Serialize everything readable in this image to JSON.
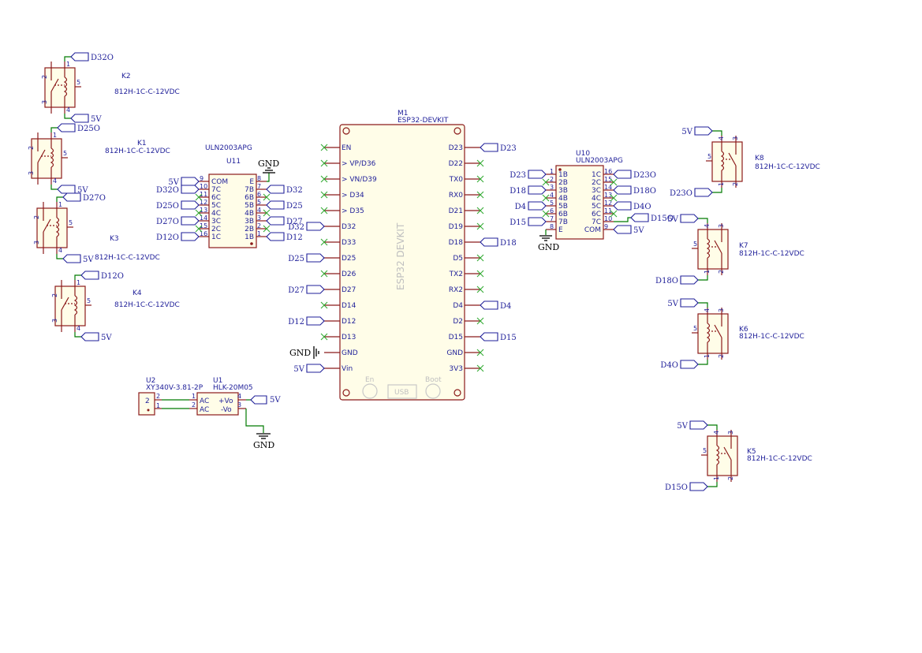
{
  "esp32": {
    "ref": "M1",
    "value": "ESP32-DEVKIT",
    "watermark": "ESP32 DEVKIT",
    "left_pins": [
      "EN",
      "> VP/D36",
      "> VN/D39",
      "> D34",
      "> D35",
      "D32",
      "D33",
      "D25",
      "D26",
      "D27",
      "D14",
      "D12",
      "D13",
      "GND",
      "Vin"
    ],
    "right_pins": [
      "D23",
      "D22",
      "TX0",
      "RX0",
      "D21",
      "D19",
      "D18",
      "D5",
      "TX2",
      "RX2",
      "D4",
      "D2",
      "D15",
      "GND",
      "3V3"
    ],
    "buttons": [
      "En",
      "USB",
      "Boot"
    ]
  },
  "u11": {
    "ref": "U11",
    "value": "ULN2003APG",
    "left_pins": [
      {
        "num": "9",
        "name": "COM"
      },
      {
        "num": "10",
        "name": "7C"
      },
      {
        "num": "11",
        "name": "6C"
      },
      {
        "num": "12",
        "name": "5C"
      },
      {
        "num": "13",
        "name": "4C"
      },
      {
        "num": "14",
        "name": "3C"
      },
      {
        "num": "15",
        "name": "2C"
      },
      {
        "num": "16",
        "name": "1C"
      }
    ],
    "right_pins": [
      {
        "num": "8",
        "name": "E"
      },
      {
        "num": "7",
        "name": "7B"
      },
      {
        "num": "6",
        "name": "6B"
      },
      {
        "num": "5",
        "name": "5B"
      },
      {
        "num": "4",
        "name": "4B"
      },
      {
        "num": "3",
        "name": "3B"
      },
      {
        "num": "2",
        "name": "2B"
      },
      {
        "num": "1",
        "name": "1B"
      }
    ]
  },
  "u10": {
    "ref": "U10",
    "value": "ULN2003APG",
    "left_pins": [
      {
        "num": "1",
        "name": "1B"
      },
      {
        "num": "2",
        "name": "2B"
      },
      {
        "num": "3",
        "name": "3B"
      },
      {
        "num": "4",
        "name": "4B"
      },
      {
        "num": "5",
        "name": "5B"
      },
      {
        "num": "6",
        "name": "6B"
      },
      {
        "num": "7",
        "name": "7B"
      },
      {
        "num": "8",
        "name": "E"
      }
    ],
    "right_pins": [
      {
        "num": "16",
        "name": "1C"
      },
      {
        "num": "15",
        "name": "2C"
      },
      {
        "num": "14",
        "name": "3C"
      },
      {
        "num": "13",
        "name": "4C"
      },
      {
        "num": "12",
        "name": "5C"
      },
      {
        "num": "11",
        "name": "6C"
      },
      {
        "num": "10",
        "name": "7C"
      },
      {
        "num": "9",
        "name": "COM"
      }
    ]
  },
  "u1": {
    "ref": "U1",
    "value": "HLK-20M05",
    "pins": [
      "AC",
      "AC",
      "+Vo",
      "-Vo"
    ],
    "nums": [
      "1",
      "2",
      "4",
      "3"
    ]
  },
  "u2": {
    "ref": "U2",
    "value": "XY340V-3.81-2P",
    "nums": [
      "2",
      "1"
    ]
  },
  "relay_value": "812H-1C-C-12VDC",
  "relays": [
    {
      "ref": "K2",
      "coil_net": "D32O",
      "supply": "5V"
    },
    {
      "ref": "K1",
      "coil_net": "D25O",
      "supply": "5V"
    },
    {
      "ref": "K3",
      "coil_net": "D27O",
      "supply": "5V"
    },
    {
      "ref": "K4",
      "coil_net": "D12O",
      "supply": "5V"
    },
    {
      "ref": "K8",
      "coil_net": "D23O",
      "supply": "5V"
    },
    {
      "ref": "K7",
      "coil_net": "D18O",
      "supply": "5V"
    },
    {
      "ref": "K6",
      "coil_net": "D4O",
      "supply": "5V"
    },
    {
      "ref": "K5",
      "coil_net": "D15O",
      "supply": "5V"
    }
  ],
  "nets": {
    "gnd": "GND",
    "v5": "5V",
    "d32": "D32",
    "d25": "D25",
    "d27": "D27",
    "d12": "D12",
    "d23": "D23",
    "d18": "D18",
    "d4": "D4",
    "d15": "D15",
    "d32o": "D32O",
    "d25o": "D25O",
    "d27o": "D27O",
    "d12o": "D12O",
    "d23o": "D23O",
    "d18o": "D18O",
    "d4o": "D4O",
    "d15o": "D15O"
  },
  "relay_pin_nums": [
    "1",
    "2",
    "3",
    "4",
    "5"
  ],
  "colors": {
    "body_stroke": "#8b1a1a",
    "body_fill": "#fffde8",
    "wire": "#007a00",
    "label": "#1f1f99",
    "no_connect": "#33aa33"
  }
}
